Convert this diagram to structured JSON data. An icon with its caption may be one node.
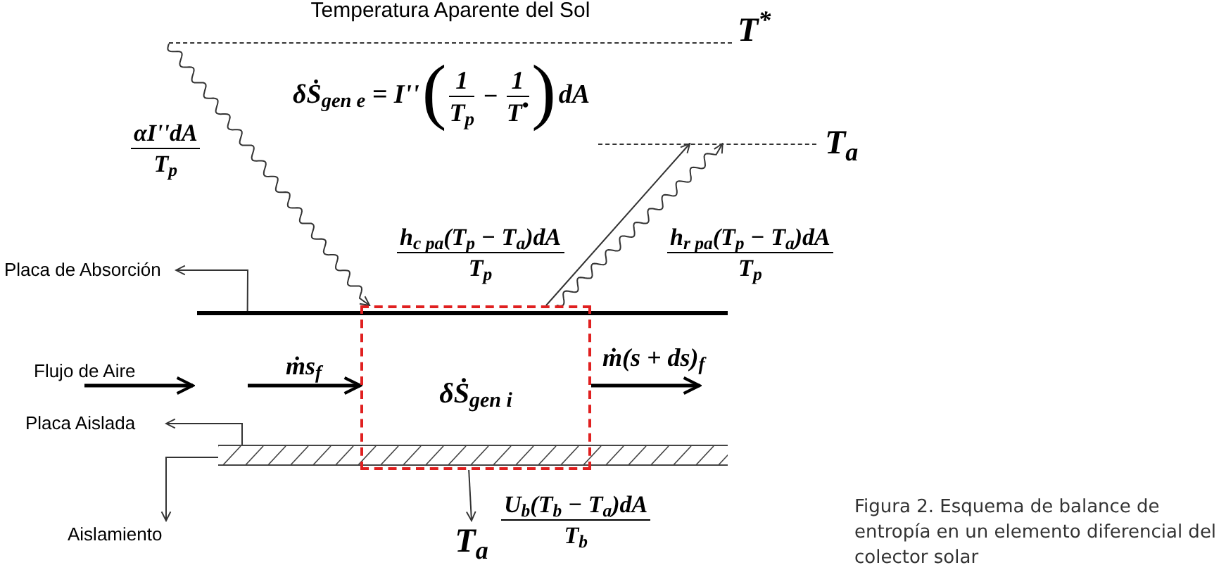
{
  "diagram": {
    "caption": "Figura 2. Esquema de balance de entropía en un elemento diferencial del colector solar",
    "nodes": [
      {
        "text": [
          "Temperatura Aparente del Sol"
        ],
        "beside": [
          "T$^{*}$"
        ]
      },
      {
        "text": [],
        "shape": "bar",
        "beside": [
          "T$_{a}$"
        ]
      },
      {
        "text": [
          "Placa de Absorción"
        ]
      },
      {
        "text": [],
        "shape": "bar"
      },
      {
        "text": [
          "δṠ$_{gen i}$"
        ]
      },
      {
        "text": [
          "Placa Aislada"
        ]
      },
      {
        "text": [],
        "shape": "bar"
      },
      {
        "text": [
          "Aislamiento"
        ]
      },
      {
        "text": [
          "T$_{a}$"
        ]
      }
    ],
    "edges": [
      {
        "from": 0,
        "to": 4,
        "arrow": "to"
      },
      {
        "from": 4,
        "to": 1,
        "arrow": "to"
      },
      {
        "from": 4,
        "to": 1,
        "arrow": "to"
      },
      {
        "from": null,
        "to": 4,
        "arrow": "to",
        "label": "ṁs$_{f}$",
        "style": "thick"
      },
      {
        "from": 4,
        "to": null,
        "arrow": "to",
        "label": "ṁ(s + ds)$_{f}$",
        "style": "thick"
      },
      {
        "from": 4,
        "to": 8,
        "arrow": "to"
      },
      {
        "from": 3,
        "to": 2,
        "arrow": "to"
      },
      {
        "from": 6,
        "to": 5,
        "arrow": "to"
      },
      {
        "from": 6,
        "to": 7,
        "arrow": "to"
      }
    ],
    "labels": [
      "αI''dA",
      "T$_{p}$",
      "δṠ$_{gen e}$ = I''",
      "(",
      "1",
      "T$_{p}$",
      "−",
      "1",
      "T$^{•}$",
      ")",
      "dA",
      "h$_{c pa}$(T$_{p}$ − T$_{a}$)dA",
      "T$_{p}$",
      "h$_{r pa}$(T$_{p}$ − T$_{a}$)dA",
      "T$_{p}$",
      "Flujo de Aire",
      "U$_{b}$(T$_{b}$ − T$_{a}$)dA",
      "T$_{b}$"
    ]
  }
}
